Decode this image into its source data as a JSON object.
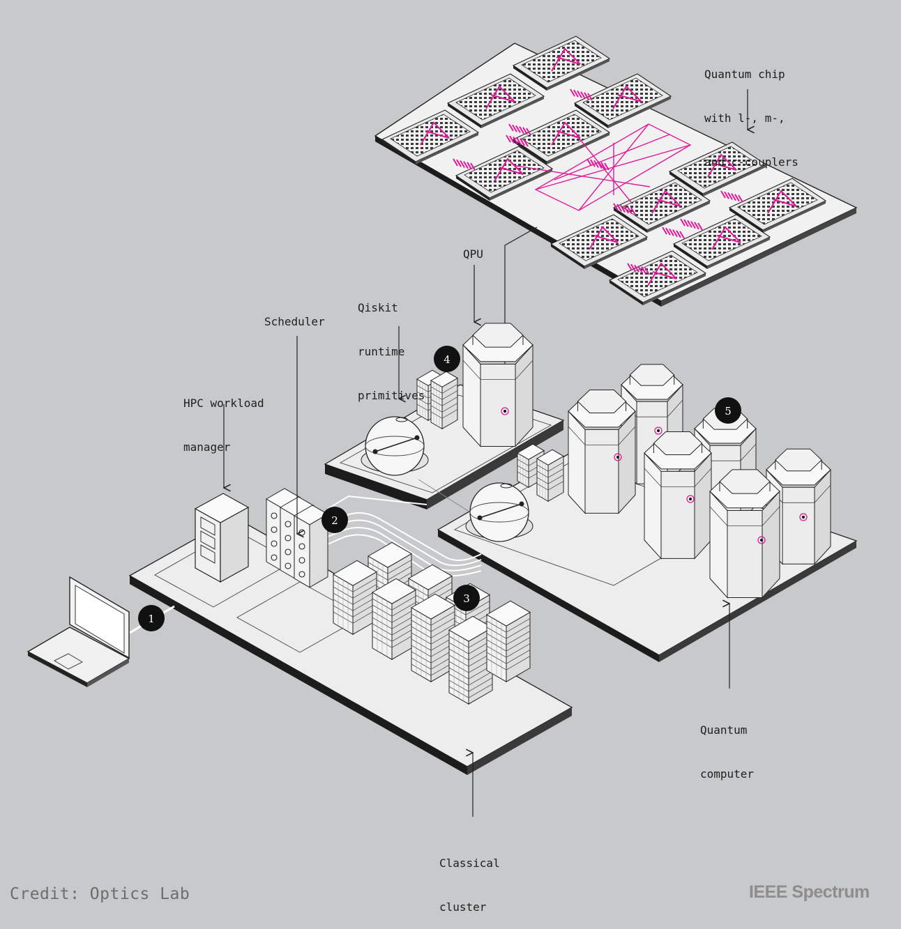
{
  "labels": {
    "quantum_chip": [
      "Quantum chip",
      "with l-, m-,",
      "and c-couplers"
    ],
    "qpu": "QPU",
    "qiskit": [
      "Qiskit",
      "runtime",
      "primitives"
    ],
    "scheduler": "Scheduler",
    "hpc": [
      "HPC workload",
      "manager"
    ],
    "quantum_computer": [
      "Quantum",
      "computer"
    ],
    "classical_cluster": [
      "Classical",
      "cluster"
    ]
  },
  "steps": [
    "1",
    "2",
    "3",
    "4",
    "5"
  ],
  "footer": {
    "credit": "Credit: Optics Lab",
    "brand": "IEEE Spectrum"
  },
  "colors": {
    "background": "#c8c9cb",
    "accent_magenta": "#e0189a",
    "platform": "#ededed",
    "outline": "#2a2a2a",
    "badge": "#111111"
  },
  "icons": [
    "laptop-icon",
    "server-tower-icon",
    "scheduler-rack-icon",
    "cluster-rack-icon",
    "sphere-icon",
    "qpu-cryostat-icon",
    "quantum-chip-icon"
  ]
}
